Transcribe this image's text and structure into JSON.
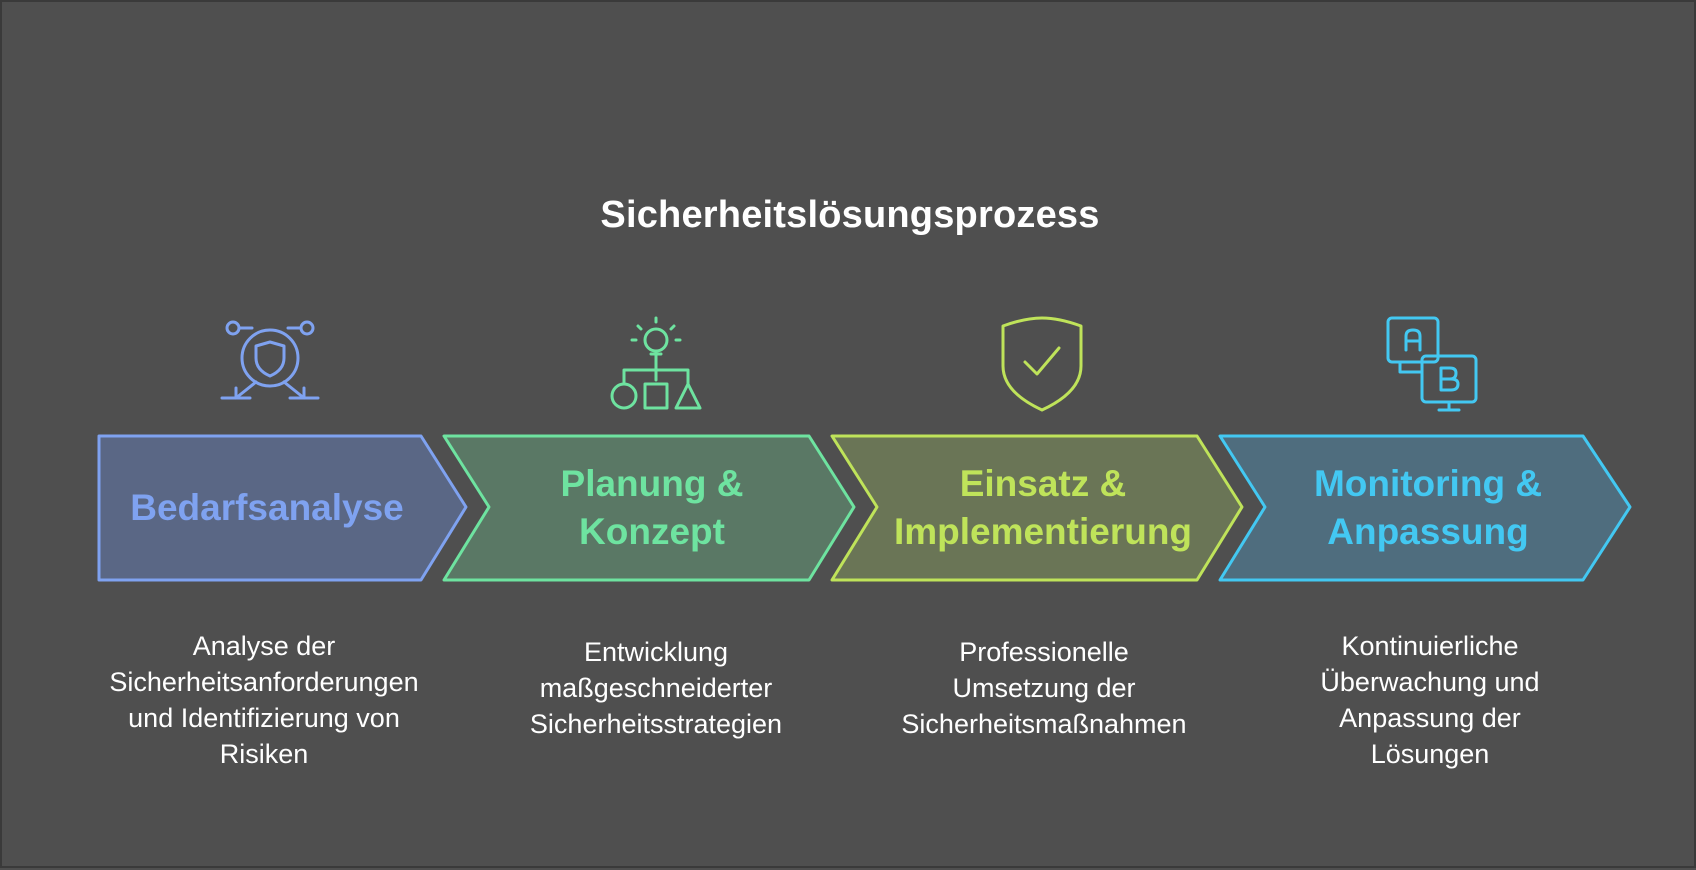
{
  "title": "Sicherheitslösungsprozess",
  "steps": [
    {
      "label_lines": [
        "Bedarfsanalyse"
      ],
      "description_lines": [
        "Analyse der",
        "Sicherheitsanforderungen",
        "und Identifizierung von",
        "Risiken"
      ],
      "icon": "shield-network-icon",
      "color": "#7fa2f0",
      "fill": "#5a6785"
    },
    {
      "label_lines": [
        "Planung &",
        "Konzept"
      ],
      "description_lines": [
        "Entwicklung",
        "maßgeschneiderter",
        "Sicherheitsstrategien"
      ],
      "icon": "lightbulb-shapes-icon",
      "color": "#6ee3a0",
      "fill": "#5a7865"
    },
    {
      "label_lines": [
        "Einsatz &",
        "Implementierung"
      ],
      "description_lines": [
        "Professionelle",
        "Umsetzung der",
        "Sicherheitsmaßnahmen"
      ],
      "icon": "shield-check-icon",
      "color": "#bfe35a",
      "fill": "#6a7556"
    },
    {
      "label_lines": [
        "Monitoring &",
        "Anpassung"
      ],
      "description_lines": [
        "Kontinuierliche",
        "Überwachung und",
        "Anpassung der",
        "Lösungen"
      ],
      "icon": "ab-test-icon",
      "color": "#43c8f2",
      "fill": "#4f6d7e"
    }
  ]
}
